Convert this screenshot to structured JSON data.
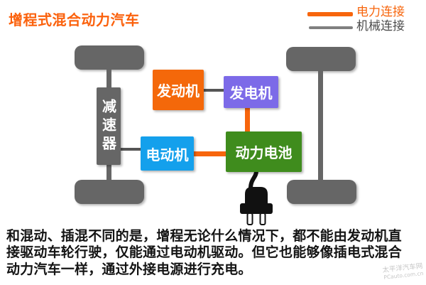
{
  "title": "增程式混合动力汽车",
  "legend": {
    "power": {
      "label": "电力连接",
      "color": "#f7650c"
    },
    "mechanical": {
      "label": "机械连接",
      "color": "#808080"
    }
  },
  "components": {
    "reducer": {
      "label": "减速器",
      "color": "#666666"
    },
    "engine": {
      "label": "发动机",
      "color": "#f4680a"
    },
    "generator": {
      "label": "发电机",
      "color": "#7c6ae8"
    },
    "motor": {
      "label": "电动机",
      "color": "#14a0ec"
    },
    "battery": {
      "label": "动力电池",
      "color": "#3f8c1d"
    }
  },
  "description": {
    "lines": [
      "和混动、插混不同的是，增程无论什么情况下，都不能由发动机直",
      "接驱动车轮行驶，仅能通过电动机驱动。但它也能够像插电式混合",
      "动力汽车一样，通过外接电源进行充电。"
    ]
  },
  "watermark": {
    "site": "太平洋汽车网",
    "domain": "PCauto.com.cn"
  }
}
